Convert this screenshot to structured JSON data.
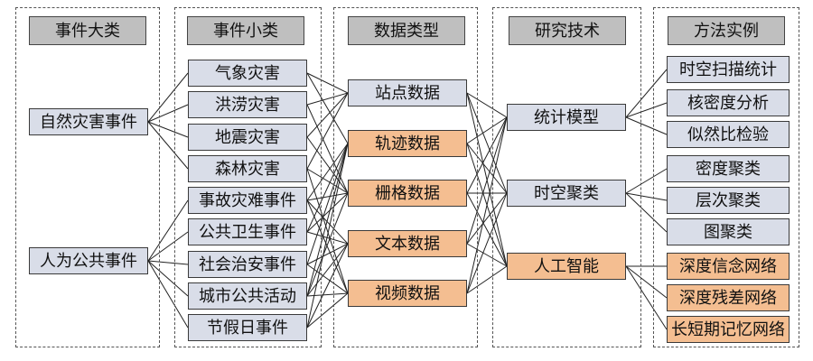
{
  "columns": {
    "category": "事件大类",
    "subcategory": "事件小类",
    "data_type": "数据类型",
    "technique": "研究技术",
    "example": "方法实例"
  },
  "categories": [
    "自然灾害事件",
    "人为公共事件"
  ],
  "subcategories": [
    "气象灾害",
    "洪涝灾害",
    "地震灾害",
    "森林灾害",
    "事故灾难事件",
    "公共卫生事件",
    "社会治安事件",
    "城市公共活动",
    "节假日事件"
  ],
  "data_types": [
    "站点数据",
    "轨迹数据",
    "栅格数据",
    "文本数据",
    "视频数据"
  ],
  "techniques": [
    "统计模型",
    "时空聚类",
    "人工智能"
  ],
  "examples": [
    "时空扫描统计",
    "核密度分析",
    "似然比检验",
    "密度聚类",
    "层次聚类",
    "图聚类",
    "深度信念网络",
    "深度残差网络",
    "长短期记忆网络"
  ],
  "colors": {
    "node_default": "#d9dde8",
    "node_highlight": "#f4be91",
    "header": "#bfbfbf",
    "line": "#222222"
  },
  "highlighted": {
    "data_types": [
      "轨迹数据",
      "栅格数据",
      "文本数据",
      "视频数据"
    ],
    "techniques": [
      "人工智能"
    ],
    "examples": [
      "深度信念网络",
      "深度残差网络",
      "长短期记忆网络"
    ]
  }
}
